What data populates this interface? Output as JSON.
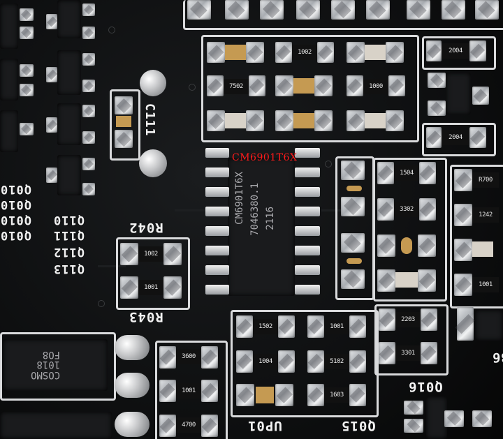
{
  "overlay_label": "CM6901T6X",
  "chip_marking": {
    "line1": "CM6901T6X",
    "line2": "7046380.1",
    "line3": "2116"
  },
  "silkscreen": {
    "c111": "C111",
    "r042": "R042",
    "r043": "R043",
    "up01": "UP01",
    "q015": "Q015",
    "q016": "Q016",
    "q110": "Q110",
    "q111": "Q111",
    "q112": "Q112",
    "q113": "Q113",
    "q010_a": "Q010",
    "q010_b": "Q010",
    "q010_c": "Q010",
    "q010_d": "Q010",
    "right_edge": "B6"
  },
  "resistors": {
    "r_1002_top": "1002",
    "r_7502": "7502",
    "r_1000": "1000",
    "r_2004_top": "2004",
    "r_2004_mid": "2004",
    "r_1504": "1504",
    "r_3302": "3302",
    "r_r700": "R700",
    "r_1242": "1242",
    "r_1001_right": "1001",
    "r_1002_left": "1002",
    "r_1001_left": "1001",
    "r_1502": "1502",
    "r_1001_mid": "1001",
    "r_2203": "2203",
    "r_1004": "1004",
    "r_5102": "5102",
    "r_3301": "3301",
    "r_3600": "3600",
    "r_1001_bot": "1001",
    "r_1603": "1603",
    "r_4700": "4700"
  },
  "optocoupler": {
    "line1": "COSMO",
    "line2": "1018",
    "line3": "FO8"
  },
  "colors": {
    "board": "#0c0d0e",
    "silk": "#d9dadc",
    "overlay_text": "#ff1a1a",
    "cap": "#c59a52"
  }
}
